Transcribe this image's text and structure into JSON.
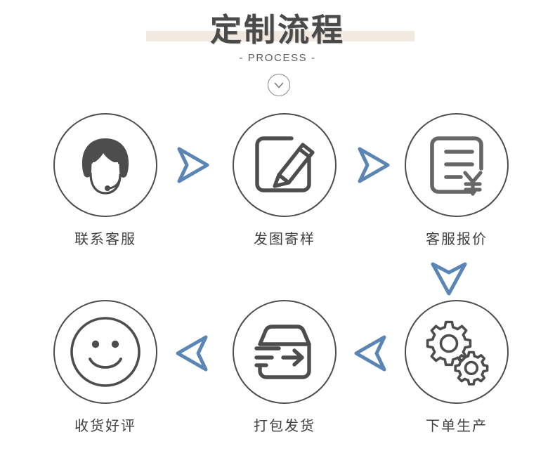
{
  "header": {
    "title": "定制流程",
    "subtitle": "- PROCESS -",
    "scroll_hint_icon": "chevron-down-icon",
    "title_bar_color": "#f2e9e0",
    "title_color": "#4a4a4a"
  },
  "theme": {
    "accent_blue": "#5b85b5",
    "icon_stroke": "#4d4d4d",
    "text_color": "#3f3f3f",
    "background": "#ffffff"
  },
  "steps": [
    {
      "index": 1,
      "label": "联系客服",
      "icon": "customer-service-agent-icon"
    },
    {
      "index": 2,
      "label": "发图寄样",
      "icon": "pencil-edit-square-icon"
    },
    {
      "index": 3,
      "label": "客服报价",
      "icon": "invoice-yuan-document-icon"
    },
    {
      "index": 4,
      "label": "下单生产",
      "icon": "gears-production-icon"
    },
    {
      "index": 5,
      "label": "打包发货",
      "icon": "shipping-box-arrow-icon"
    },
    {
      "index": 6,
      "label": "收货好评",
      "icon": "smiley-face-icon"
    }
  ],
  "connectors": [
    {
      "id": "c1",
      "direction": "right",
      "from": "联系客服",
      "to": "发图寄样"
    },
    {
      "id": "c2",
      "direction": "right",
      "from": "发图寄样",
      "to": "客服报价"
    },
    {
      "id": "c3",
      "direction": "down",
      "from": "客服报价",
      "to": "下单生产"
    },
    {
      "id": "c4",
      "direction": "left",
      "from": "下单生产",
      "to": "打包发货"
    },
    {
      "id": "c5",
      "direction": "left",
      "from": "打包发货",
      "to": "收货好评"
    }
  ]
}
